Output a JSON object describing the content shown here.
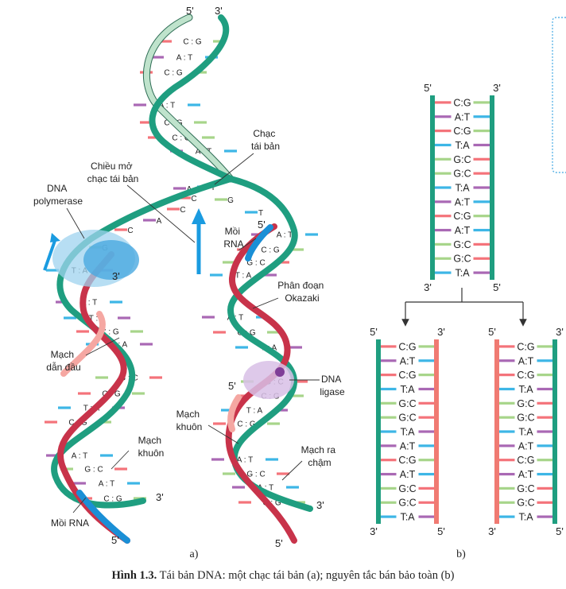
{
  "caption": {
    "label": "Hình 1.3.",
    "text": "Tái bản DNA: một chạc tái bản (a); nguyên tắc bán bảo toàn (b)"
  },
  "panel_a": {
    "sublabel": "a)",
    "labels": {
      "fork": [
        "Chạc",
        "tái bản"
      ],
      "direction": [
        "Chiều mở",
        "chạc tái bản"
      ],
      "polymerase": [
        "DNA",
        "polymerase"
      ],
      "primer_top": [
        "Mồi",
        "RNA"
      ],
      "okazaki": [
        "Phân đoạn",
        "Okazaki"
      ],
      "leading": [
        "Mạch",
        "dẫn đầu"
      ],
      "ligase": [
        "DNA",
        "ligase"
      ],
      "template_left": [
        "Mạch",
        "khuôn"
      ],
      "template_right": [
        "Mạch",
        "khuôn"
      ],
      "lagging": [
        "Mạch ra",
        "chậm"
      ],
      "primer_bottom": "Mồi RNA"
    },
    "ends": {
      "top_left": "5'",
      "top_right": "3'",
      "pol_3": "3'",
      "primer_5": "5'",
      "ligase_5": "5'",
      "left_bottom_3": "3'",
      "left_bottom_5": "5'",
      "right_bottom_3": "3'",
      "right_bottom_5": "5'"
    },
    "pairs_top": [
      "C : G",
      "A : T",
      "C : G",
      "A : T",
      "C : G",
      "C : G",
      "A : T"
    ],
    "fork_bases": [
      "A",
      "T",
      "C",
      "G",
      "T",
      "A",
      "C",
      "G",
      "C"
    ],
    "pairs_left": [
      "T : A",
      "A : T",
      "T : A",
      "C : G",
      "T : A",
      "G : C",
      "C : G",
      "T : A",
      "C : G",
      "A : T",
      "G : C",
      "A : T",
      "C : G"
    ],
    "pairs_right": [
      "A : T",
      "C : G",
      "G : C",
      "T : A",
      "A : T",
      "C : G",
      "T : A",
      "G : C",
      "C : G",
      "T : A",
      "C : G",
      "A : T",
      "G : C",
      "A : T",
      "C : G"
    ]
  },
  "panel_b": {
    "sublabel": "b)",
    "parent": {
      "ends_top": [
        "5'",
        "3'"
      ],
      "ends_bottom": [
        "3'",
        "5'"
      ],
      "pairs": [
        "C:G",
        "A:T",
        "C:G",
        "T:A",
        "G:C",
        "G:C",
        "T:A",
        "A:T",
        "C:G",
        "A:T",
        "G:C",
        "G:C",
        "T:A"
      ]
    },
    "daughter_left": {
      "ends_top": [
        "5'",
        "3'"
      ],
      "ends_bottom": [
        "3'",
        "5'"
      ],
      "pairs": [
        "C:G",
        "A:T",
        "C:G",
        "T:A",
        "G:C",
        "G:C",
        "T:A",
        "A:T",
        "C:G",
        "A:T",
        "G:C",
        "G:C",
        "T:A"
      ]
    },
    "daughter_right": {
      "ends_top": [
        "5'",
        "3'"
      ],
      "ends_bottom": [
        "3'",
        "5'"
      ],
      "pairs": [
        "C:G",
        "A:T",
        "C:G",
        "T:A",
        "G:C",
        "G:C",
        "T:A",
        "A:T",
        "C:G",
        "A:T",
        "G:C",
        "G:C",
        "T:A"
      ]
    }
  },
  "colors": {
    "teal": "#1f9e80",
    "salmon": "#f07a72",
    "pale": "#bfe3cc",
    "red": "#c8334a",
    "pink": "#f5a7a2",
    "blue": "#1a8fd6",
    "purple": "#9b5fb0",
    "base_c": "#f4737a",
    "base_g": "#a7d58a",
    "base_a": "#a968b4",
    "base_t": "#3db6e6"
  }
}
